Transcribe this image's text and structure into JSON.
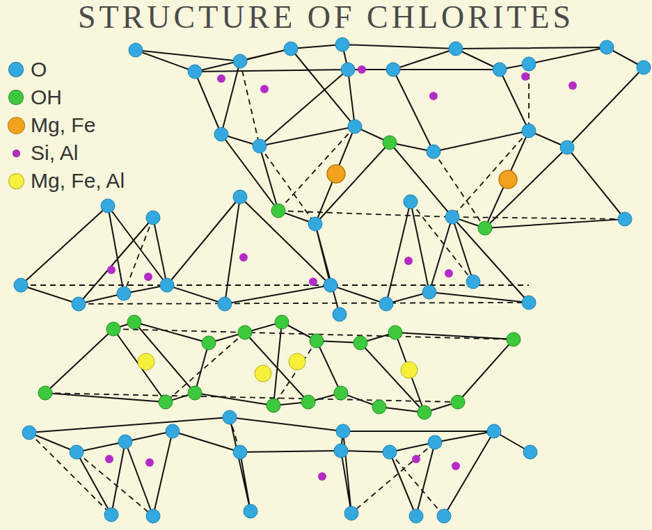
{
  "diagram": {
    "title": "STRUCTURE OF CHLORITES",
    "legend": [
      {
        "text": "O",
        "color": "#33a9df"
      },
      {
        "text": "OH",
        "color": "#3dc93d"
      },
      {
        "text": "Mg, Fe",
        "color": "#f2a21c"
      },
      {
        "text": "Si, Al",
        "color": "#b52bc6"
      },
      {
        "text": "Mg, Fe, Al",
        "color": "#f5f03a"
      }
    ]
  }
}
